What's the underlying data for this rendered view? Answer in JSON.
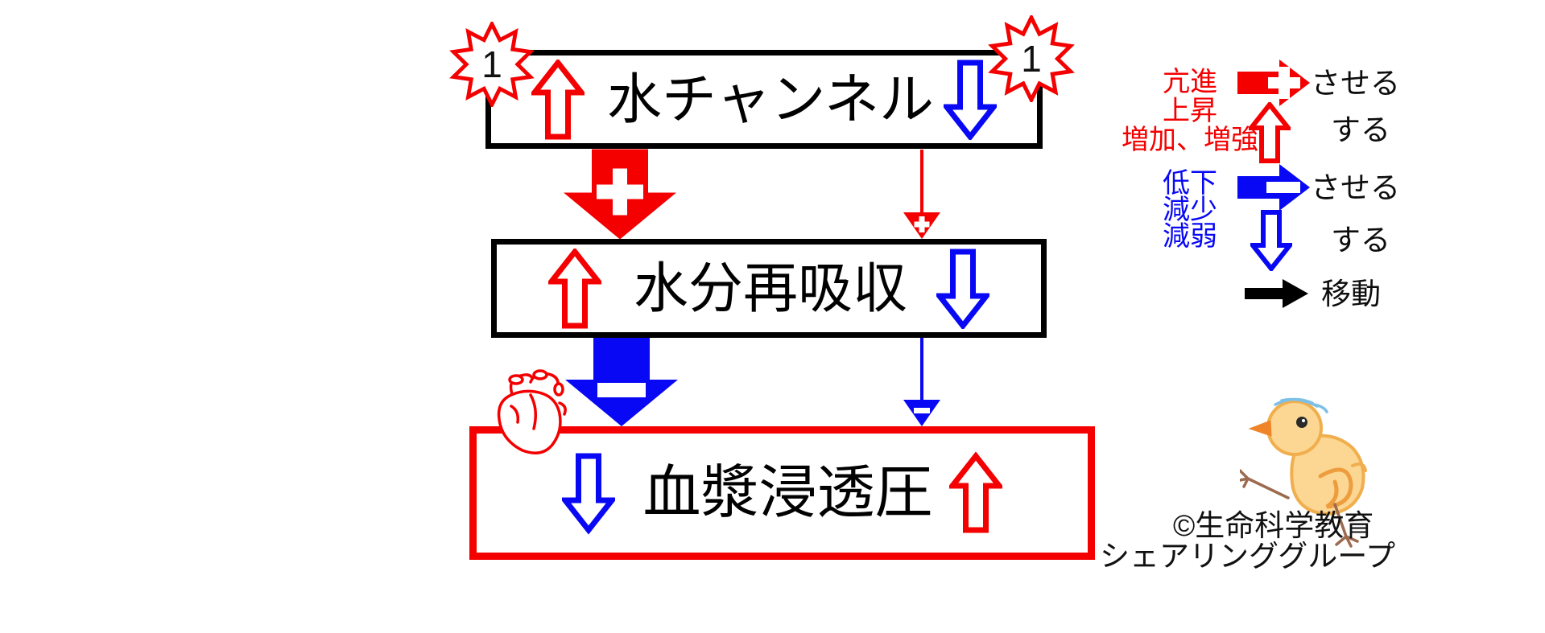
{
  "colors": {
    "red": "#f40000",
    "blue": "#0808f5",
    "black": "#000000",
    "chick_body": "#fcd794",
    "chick_outline": "#f1ae4d",
    "chick_beak": "#f08428",
    "chick_wing": "#ee9d3e",
    "chick_leg": "#9c6a4f",
    "chick_hair": "#7cc0e8"
  },
  "diagram": {
    "nodes": [
      {
        "id": "water-channel",
        "label": "水チャンネル"
      },
      {
        "id": "water-reabsorption",
        "label": "水分再吸収"
      },
      {
        "id": "plasma-osmotic-pressure",
        "label": "血漿浸透圧"
      }
    ],
    "step_badges": [
      {
        "value": "1"
      },
      {
        "value": "1"
      }
    ]
  },
  "legend": {
    "increase": {
      "terms": [
        "亢進",
        "上昇",
        "増加、増強"
      ],
      "cause_label": "させる",
      "self_label": "する"
    },
    "decrease": {
      "terms": [
        "低下",
        "減少",
        "減弱"
      ],
      "cause_label": "させる",
      "self_label": "する"
    },
    "move_label": "移動"
  },
  "icons": {
    "badge": "starburst",
    "increase": "hollow-up-arrow",
    "decrease": "hollow-down-arrow",
    "cause_increase": "solid-arrow-plus",
    "cause_decrease": "solid-arrow-minus",
    "move": "solid-right-arrow",
    "organ": "heart-sketch",
    "mascot": "chick-drawing"
  },
  "credit": {
    "line1": "©生命科学教育",
    "line2": "シェアリンググループ"
  }
}
